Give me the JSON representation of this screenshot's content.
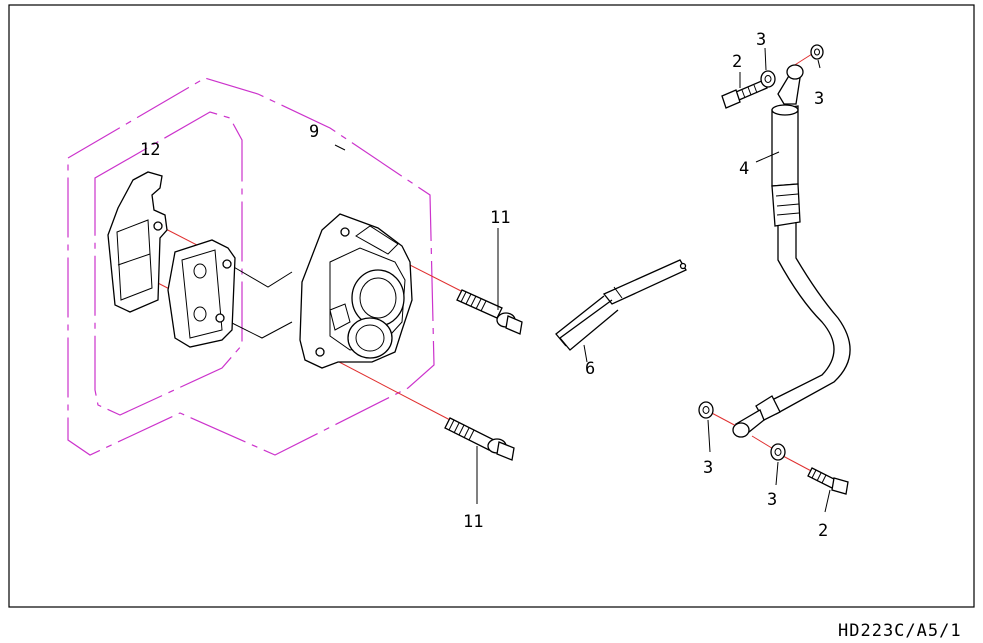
{
  "drawing_code": "HD223C/A5/1",
  "colors": {
    "frame": "#000000",
    "assembly_outline": "#cc33cc",
    "alignment_line": "#e03030",
    "background": "#ffffff"
  },
  "callouts": {
    "c2_top": "2",
    "c3_top_left": "3",
    "c3_top_right": "3",
    "c4": "4",
    "c9": "9",
    "c12": "12",
    "c11_top": "11",
    "c6": "6",
    "c11_bottom": "11",
    "c3_bottom_left": "3",
    "c3_bottom_right": "3",
    "c2_bottom": "2"
  }
}
